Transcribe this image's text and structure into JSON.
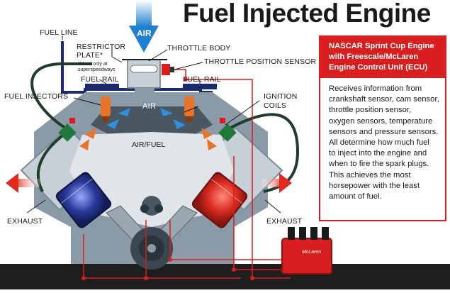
{
  "title": "Fuel Injected Engine",
  "labels": {
    "fuel_line": "FUEL LINE",
    "restrictor_line1": "RESTRICTOR",
    "restrictor_line2": "PLATE*",
    "restrictor_note_line1": "*Used only at",
    "restrictor_note_line2": "superspeedways",
    "throttle_body": "THROTTLE BODY",
    "throttle_position_sensor": "THROTTLE POSITION SENSOR",
    "fuel_rail_left": "FUEL RAIL",
    "fuel_rail_right": "FUEL RAIL",
    "fuel_injectors": "FUEL INJECTORS",
    "ignition_line1": "IGNITION",
    "ignition_line2": "COILS",
    "air_top": "AIR",
    "air_intake": "AIR",
    "air_fuel": "AIR/FUEL",
    "exhaust_left": "EXHAUST",
    "exhaust_right": "EXHAUST",
    "ecu_brand": "McLaren"
  },
  "panel": {
    "heading_lines": [
      "NASCAR Sprint Cup Engine",
      "with Freescale/McLaren",
      "Engine Control Unit (ECU)"
    ],
    "body_lines": [
      "Receives information from",
      "crankshaft sensor, cam sensor,",
      "throttle position sensor,",
      "oxygen sensors, temperature",
      "sensors and pressure sensors.",
      "All determine how much fuel",
      "to inject into the engine and",
      "when to fire the spark plugs.",
      "This achieves the most",
      "horsepower with the least",
      "amount of fuel."
    ]
  },
  "colors": {
    "accent_red": "#d81e1e",
    "air_blue": "#2f8fd8",
    "fuel_rail_navy": "#1a2a6c",
    "engine_gray": "#8a9aa6",
    "engine_light": "#c7d0d6",
    "wire_green": "#1f3d2a",
    "floor": "#1e1e1e"
  }
}
